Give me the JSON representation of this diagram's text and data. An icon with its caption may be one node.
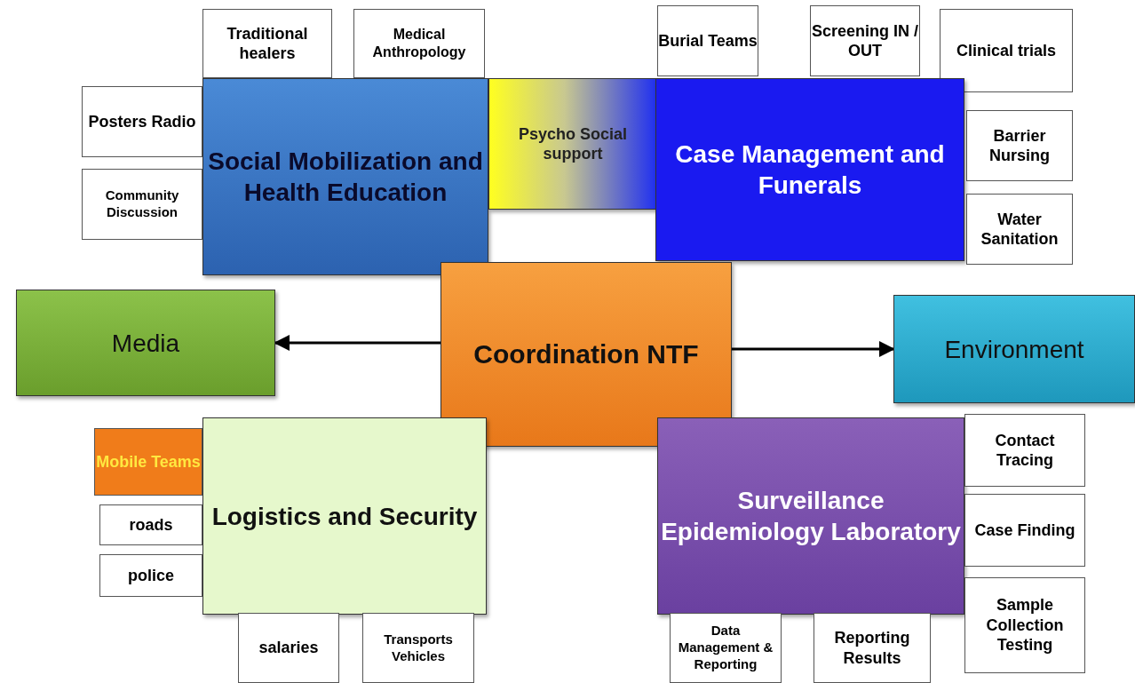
{
  "diagram": {
    "nodes": [
      {
        "text": [
          "Traditional healers"
        ]
      },
      {
        "text": [
          "Medical Anthropology"
        ]
      },
      {
        "text": [
          "Burial Teams"
        ]
      },
      {
        "text": [
          "Screening IN / OUT"
        ]
      },
      {
        "text": [
          "Clinical trials"
        ]
      },
      {
        "text": [
          "Posters Radio"
        ]
      },
      {
        "text": [
          "Social Mobilization and Health Education"
        ]
      },
      {
        "text": [
          "Psycho Social support"
        ]
      },
      {
        "text": [
          "Case Management and Funerals"
        ]
      },
      {
        "text": [
          "Barrier Nursing"
        ]
      },
      {
        "text": [
          "Community Discussion"
        ]
      },
      {
        "text": [
          "Water Sanitation"
        ]
      },
      {
        "text": [
          "Coordination NTF"
        ]
      },
      {
        "text": [
          "Media"
        ]
      },
      {
        "text": [
          "Environment"
        ]
      },
      {
        "text": [
          "Mobile Teams"
        ]
      },
      {
        "text": [
          "Logistics and Security"
        ]
      },
      {
        "text": [
          "Surveillance Epidemiology Laboratory"
        ]
      },
      {
        "text": [
          "Contact Tracing"
        ]
      },
      {
        "text": [
          "Case Finding"
        ]
      },
      {
        "text": [
          "roads"
        ]
      },
      {
        "text": [
          "police"
        ]
      },
      {
        "text": [
          "Sample Collection Testing"
        ]
      },
      {
        "text": [
          "salaries"
        ]
      },
      {
        "text": [
          "Transports Vehicles"
        ]
      },
      {
        "text": [
          "Data Management & Reporting"
        ]
      },
      {
        "text": [
          "Reporting Results"
        ]
      }
    ],
    "edges": [
      {
        "from": 12,
        "to": 13,
        "arrow": "to"
      },
      {
        "from": 12,
        "to": 14,
        "arrow": "to"
      }
    ]
  }
}
